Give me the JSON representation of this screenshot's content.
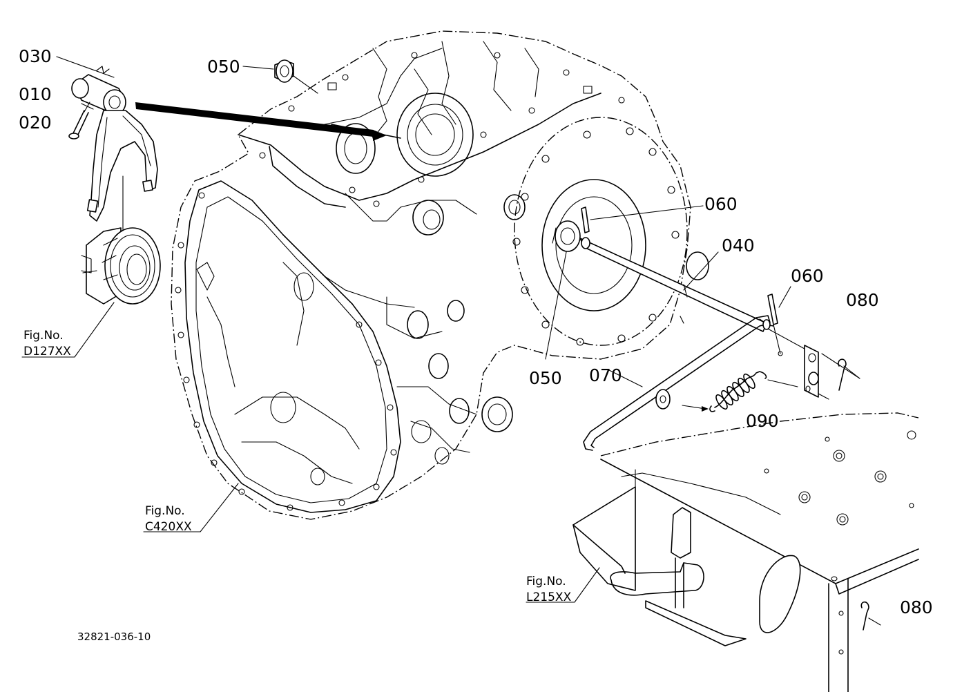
{
  "parts": {
    "p030": "030",
    "p010": "010",
    "p020": "020",
    "p050_top": "050",
    "p050_mid": "050",
    "p060_a": "060",
    "p060_b": "060",
    "p040": "040",
    "p080_a": "080",
    "p080_b": "080",
    "p070": "070",
    "p090": "090"
  },
  "figure_refs": {
    "d127": {
      "line1": "Fig.No.",
      "line2": "D127XX"
    },
    "c420": {
      "line1": "Fig.No.",
      "line2": "C420XX"
    },
    "l215": {
      "line1": "Fig.No.",
      "line2": "L215XX"
    }
  },
  "drawing_number": "32821-036-10"
}
